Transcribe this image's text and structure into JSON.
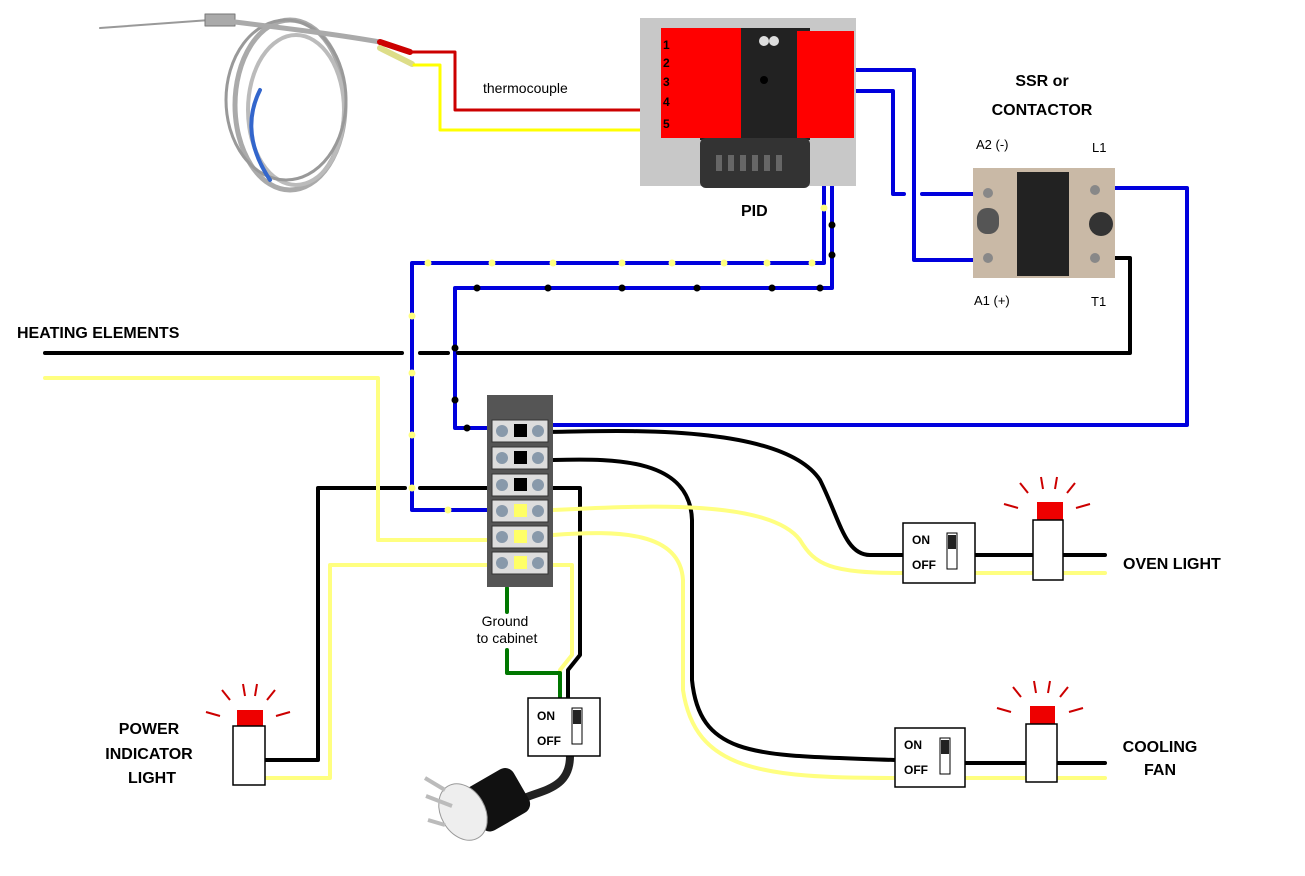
{
  "labels": {
    "thermocouple": "thermocouple",
    "pid": "PID",
    "pid_terminals": [
      "1",
      "2",
      "3",
      "4",
      "5"
    ],
    "ssr_line1": "SSR or",
    "ssr_line2": "CONTACTOR",
    "a2": "A2 (-)",
    "l1": "L1",
    "a1": "A1 (+)",
    "t1": "T1",
    "heating_elements": "HEATING ELEMENTS",
    "ground_line1": "Ground",
    "ground_line2": "to cabinet",
    "oven_light": "OVEN LIGHT",
    "cooling_line1": "COOLING",
    "cooling_line2": "FAN",
    "power_line1": "POWER",
    "power_line2": "INDICATOR",
    "power_line3": "LIGHT",
    "switch_on": "ON",
    "switch_off": "OFF"
  },
  "colors": {
    "hot_wire": "#000000",
    "neutral_wire": "#ffff80",
    "control_wire": "#0000dd",
    "ground_wire": "#007700",
    "thermocouple_pos": "#cc0000",
    "thermocouple_neg": "#ffff00",
    "pid_cover": "#ff0000",
    "lamp": "#ee0000"
  }
}
